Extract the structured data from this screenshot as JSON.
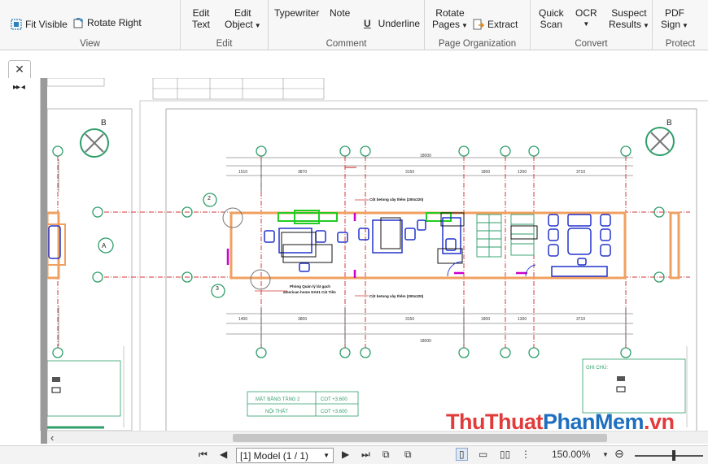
{
  "ribbon": {
    "view": {
      "label": "View",
      "fit_visible": "Fit Visible",
      "rotate_right": "Rotate Right"
    },
    "edit": {
      "label": "Edit",
      "edit_text_1": "Edit",
      "edit_text_2": "Text",
      "edit_object_1": "Edit",
      "edit_object_2": "Object"
    },
    "comment": {
      "label": "Comment",
      "typewriter": "Typewriter",
      "note": "Note",
      "underline": "Underline",
      "underline_glyph": "U"
    },
    "page_org": {
      "label": "Page Organization",
      "rotate_pages_1": "Rotate",
      "rotate_pages_2": "Pages",
      "extract": "Extract"
    },
    "convert": {
      "label": "Convert",
      "quick_scan_1": "Quick",
      "quick_scan_2": "Scan",
      "ocr": "OCR",
      "suspect_results_1": "Suspect",
      "suspect_results_2": "Results"
    },
    "protect": {
      "label": "Protect",
      "pdf_sign_1": "PDF",
      "pdf_sign_2": "Sign"
    }
  },
  "tab": {
    "close_glyph": "✕"
  },
  "navpane": {
    "expand_glyph": "▸▸ ◂"
  },
  "status": {
    "model_select": "[1] Model (1 / 1)",
    "zoom": "150.00%"
  },
  "watermark": {
    "part_a": "ThuThuat",
    "part_b": "PhanMem",
    "part_c": ".vn"
  },
  "drawing": {
    "room_label": "Phòng Quản lý lát gạch",
    "room_label_2": "american home DA01 Cát Tiên",
    "note_top": "Cột betong xây thêm (200x220)",
    "note_bottom": "Cột betong xây thêm (200x220)",
    "dim_total_top": "18000",
    "dim_total_bottom": "18000",
    "title_line_1": "MẶT BẰNG TẦNG 2",
    "title_line_2": "NỘI THẤT",
    "title_val_1": "COT +3.600",
    "title_val_2": "COT +3.600",
    "legend_header": "GHI CHÚ:",
    "axis_b": "B",
    "axis_2": "2",
    "axis_3": "3",
    "callout": "A",
    "dims_top": [
      "1510",
      "3870",
      "3150",
      "1800",
      "1200",
      "3710"
    ],
    "dims_bottom": [
      "1400",
      "3800",
      "3150",
      "1800",
      "1300",
      "3710"
    ]
  },
  "colors": {
    "ribbon_bg": "#f7f7f7",
    "accent_green": "#2e9e6a",
    "dim_red": "#d33a3a",
    "wall_orange": "#f0a060",
    "furniture_blue": "#2233cc",
    "highlight_green": "#22cc22"
  }
}
